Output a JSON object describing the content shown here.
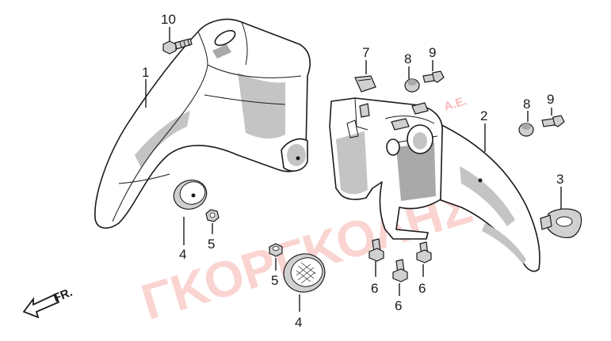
{
  "watermark": {
    "main": "ΓΚΟΡΓΚΟΛΗΣ",
    "suffix": "Α.Ε."
  },
  "direction": {
    "label": "FR."
  },
  "callouts": [
    {
      "id": "c10",
      "label": "10"
    },
    {
      "id": "c1",
      "label": "1"
    },
    {
      "id": "c4a",
      "label": "4"
    },
    {
      "id": "c5a",
      "label": "5"
    },
    {
      "id": "c7",
      "label": "7"
    },
    {
      "id": "c8a",
      "label": "8"
    },
    {
      "id": "c9a",
      "label": "9"
    },
    {
      "id": "c8b",
      "label": "8"
    },
    {
      "id": "c9b",
      "label": "9"
    },
    {
      "id": "c2",
      "label": "2"
    },
    {
      "id": "c3",
      "label": "3"
    },
    {
      "id": "c5b",
      "label": "5"
    },
    {
      "id": "c4b",
      "label": "4"
    },
    {
      "id": "c6a",
      "label": "6"
    },
    {
      "id": "c6b",
      "label": "6"
    },
    {
      "id": "c6c",
      "label": "6"
    }
  ],
  "colors": {
    "line": "#1a1a1a",
    "shade": "#c4c4c4",
    "watermark": "#e6392e"
  }
}
